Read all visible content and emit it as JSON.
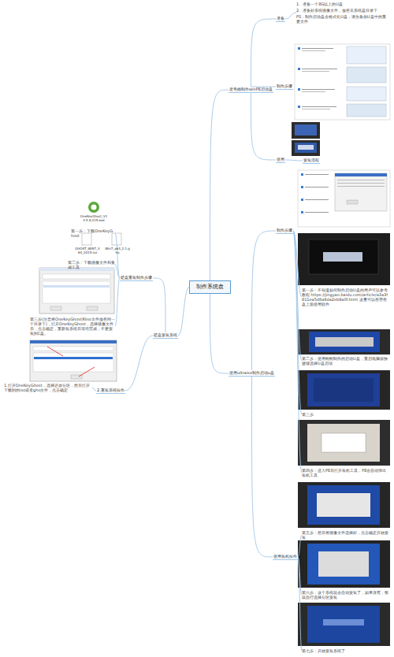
{
  "diagram": {
    "nodes": [
      {
        "text": [
          "制作系统盘"
        ]
      },
      {
        "text": [
          "老毛桃制作winPE启动盘"
        ]
      },
      {
        "text": [
          "准备"
        ]
      },
      {
        "text": [
          "制作步骤"
        ]
      },
      {
        "text": [
          "使用"
        ]
      },
      {
        "text": [
          "使用ultraiso制作启动u盘"
        ]
      },
      {
        "text": [
          "制作步骤"
        ]
      },
      {
        "text": [
          "使用装机操作"
        ]
      },
      {
        "text": [
          "硬盘安装系统"
        ]
      },
      {
        "text": [
          "硬盘重装制作步骤"
        ]
      },
      {
        "text": [
          "2.重装系统操作"
        ]
      },
      {
        "text": [
          "第一步：下载OneKeyGhost"
        ]
      },
      {
        "text": [
          "第二步：下载镜像文件和集成工具"
        ]
      },
      {
        "text": [
          "第三步(注意将OneKeyGhost和iso文件放在同一个目录下)，打开OneKeyGhost，选择镜像文件后，点击确定，重新装系统后等待完成，不要安装到C盘。"
        ]
      },
      {
        "text": [
          "1.打开OneKeyGhost，选择还原分区，然后打开下载到的iso或者gho文件，点击确定"
        ]
      },
      {
        "text": [
          "1、准备一个8G以上的U盘",
          "2、准备好系统镜像文件，放在非系统盘目录下",
          "PS：制作启动盘会格式化U盘，请先备份U盘中的重要文件"
        ]
      },
      {
        "text": [
          "安装流程"
        ]
      },
      {
        "text": [
          "第一步：不知道如何制作启动U盘的用户可以参考教程 https://jingyan.baidu.com/article/a3a3f811ea5d8a9da2eb8a0f.html 这里可以在存在盘上面使用软件"
        ]
      },
      {
        "text": [
          "第二步：使用刚刚制作的启动U盘，重启电脑按快捷键选择U盘启动"
        ]
      },
      {
        "text": [
          "第三步"
        ]
      },
      {
        "text": [
          "第四步：进入PE后打开装机工具，PE会自动弹出装机工具"
        ]
      },
      {
        "text": [
          "第五步：然后将镜像文件选择好，点击确定开始安装"
        ]
      },
      {
        "text": [
          "第六步：这个系统就会自动安装了，如果没有，那就自行选择分区安装"
        ]
      },
      {
        "text": [
          "第七步：开始安装系统了"
        ]
      }
    ],
    "edges": [
      {
        "from": 0,
        "to": 1,
        "arrow": "none"
      },
      {
        "from": 0,
        "to": 5,
        "arrow": "none"
      },
      {
        "from": 0,
        "to": 8,
        "arrow": "none"
      },
      {
        "from": 1,
        "to": 2,
        "arrow": "none"
      },
      {
        "from": 1,
        "to": 3,
        "arrow": "none"
      },
      {
        "from": 1,
        "to": 4,
        "arrow": "none"
      },
      {
        "from": 2,
        "to": 15,
        "arrow": "none"
      },
      {
        "from": 4,
        "to": 16,
        "arrow": "none"
      },
      {
        "from": 5,
        "to": 6,
        "arrow": "none"
      },
      {
        "from": 5,
        "to": 7,
        "arrow": "none"
      },
      {
        "from": 6,
        "to": 17,
        "arrow": "none"
      },
      {
        "from": 6,
        "to": 18,
        "arrow": "none"
      },
      {
        "from": 6,
        "to": 19,
        "arrow": "none"
      },
      {
        "from": 6,
        "to": 20,
        "arrow": "none"
      },
      {
        "from": 7,
        "to": 21,
        "arrow": "none"
      },
      {
        "from": 7,
        "to": 22,
        "arrow": "none"
      },
      {
        "from": 7,
        "to": 23,
        "arrow": "none"
      },
      {
        "from": 8,
        "to": 9,
        "arrow": "none"
      },
      {
        "from": 8,
        "to": 10,
        "arrow": "none"
      },
      {
        "from": 9,
        "to": 11,
        "arrow": "none"
      },
      {
        "from": 9,
        "to": 12,
        "arrow": "none"
      },
      {
        "from": 9,
        "to": 13,
        "arrow": "none"
      },
      {
        "from": 10,
        "to": 14,
        "arrow": "none"
      }
    ],
    "labels": [
      "OneKeyGhost_V14.5.8.215.exe",
      "GHOST_WIN7_X64_2015.iso",
      "Win7_x64_2.1.gho"
    ]
  }
}
